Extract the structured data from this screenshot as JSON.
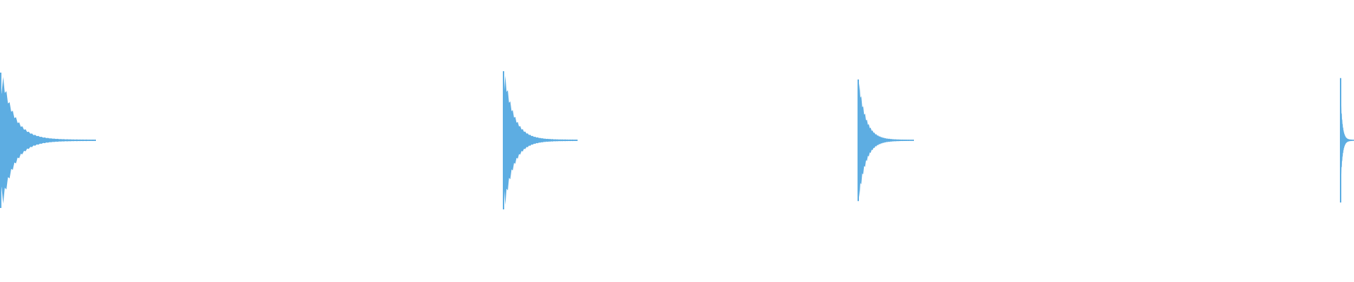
{
  "waveform": {
    "color": "#5dade2",
    "background": "#ffffff",
    "clips": [
      {
        "label": "",
        "peak_top": 0.98,
        "peak_bottom": 0.98,
        "decay": "sharp"
      },
      {
        "label": "",
        "peak_top": 1.0,
        "peak_bottom": 1.0,
        "decay": "sharp"
      },
      {
        "label": "",
        "peak_top": 0.88,
        "peak_bottom": 0.88,
        "decay": "sharp"
      },
      {
        "label": "",
        "peak_top": 0.9,
        "peak_bottom": 0.9,
        "decay": "cut-off"
      }
    ]
  }
}
